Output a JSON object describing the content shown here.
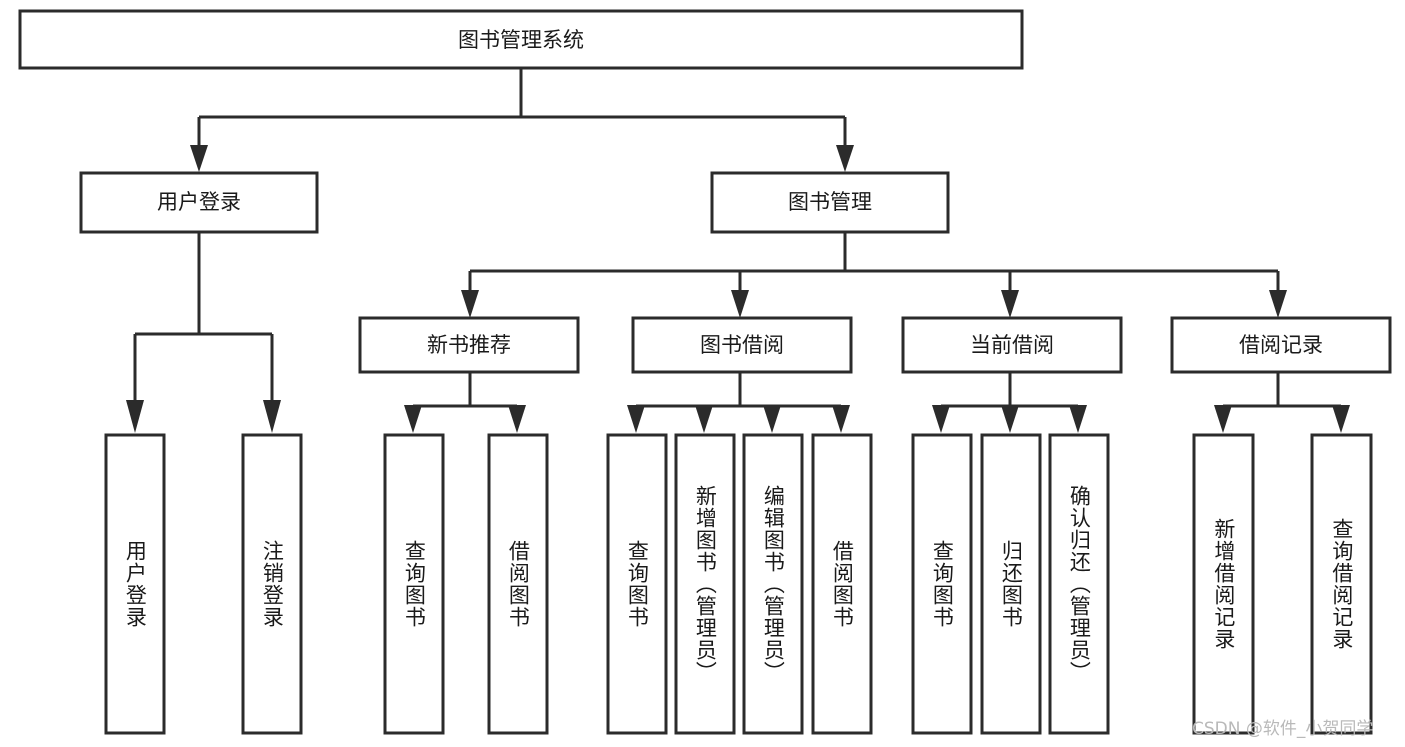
{
  "diagram": {
    "type": "tree-hierarchy",
    "title": "图书管理系统",
    "root": {
      "label": "图书管理系统"
    },
    "level2": [
      {
        "id": "user-login",
        "label": "用户登录"
      },
      {
        "id": "book-management",
        "label": "图书管理"
      }
    ],
    "level3": [
      {
        "id": "new-book-recommend",
        "label": "新书推荐",
        "parent": "book-management"
      },
      {
        "id": "book-borrow",
        "label": "图书借阅",
        "parent": "book-management"
      },
      {
        "id": "current-borrow",
        "label": "当前借阅",
        "parent": "book-management"
      },
      {
        "id": "borrow-record",
        "label": "借阅记录",
        "parent": "book-management"
      }
    ],
    "leaves": {
      "user_login": [
        {
          "id": "leaf-user-login",
          "label": "用户登录"
        },
        {
          "id": "leaf-logout",
          "label": "注销登录"
        }
      ],
      "new_book_recommend": [
        {
          "id": "leaf-query-book-1",
          "label": "查询图书"
        },
        {
          "id": "leaf-borrow-book-1",
          "label": "借阅图书"
        }
      ],
      "book_borrow": [
        {
          "id": "leaf-query-book-2",
          "label": "查询图书"
        },
        {
          "id": "leaf-add-book",
          "label": "新增图书（管理员）"
        },
        {
          "id": "leaf-edit-book",
          "label": "编辑图书（管理员）"
        },
        {
          "id": "leaf-borrow-book-2",
          "label": "借阅图书"
        }
      ],
      "current_borrow": [
        {
          "id": "leaf-query-book-3",
          "label": "查询图书"
        },
        {
          "id": "leaf-return-book",
          "label": "归还图书"
        },
        {
          "id": "leaf-confirm-return",
          "label": "确认归还（管理员）"
        }
      ],
      "borrow_record": [
        {
          "id": "leaf-add-record",
          "label": "新增借阅记录"
        },
        {
          "id": "leaf-query-record",
          "label": "查询借阅记录"
        }
      ]
    },
    "colors": {
      "box_stroke": "#2b2b2b",
      "box_fill": "#ffffff",
      "text": "#1a1a1a",
      "connector": "#2b2b2b",
      "watermark": "#b9b9b9",
      "background": "#ffffff"
    }
  },
  "watermark": {
    "text": "CSDN @软件_小贺同学"
  }
}
